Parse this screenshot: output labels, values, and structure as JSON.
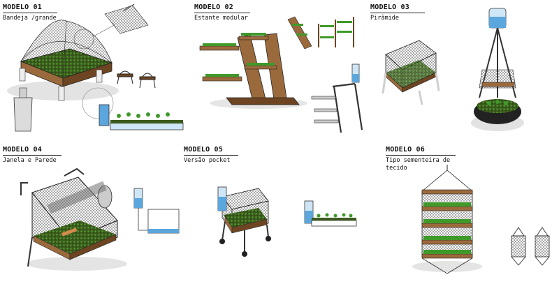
{
  "models": [
    {
      "title": "MODELO 01",
      "subtitle": "Bandeja /grande"
    },
    {
      "title": "MODELO 02",
      "subtitle": "Estante modular"
    },
    {
      "title": "MODELO 03",
      "subtitle": "Pirâmide"
    },
    {
      "title": "MODELO 04",
      "subtitle": "Janela e Parede"
    },
    {
      "title": "MODELO 05",
      "subtitle": "Versão pocket"
    },
    {
      "title": "MODELO 06",
      "subtitle": "Tipo sementeira de tecido"
    }
  ],
  "colors": {
    "wood": "#9b6a3c",
    "wood_dark": "#6e4522",
    "soil": "#3c5a1e",
    "plant": "#3f9a2a",
    "mesh": "#444444",
    "water": "#5aa6dd",
    "metal": "#333333"
  }
}
